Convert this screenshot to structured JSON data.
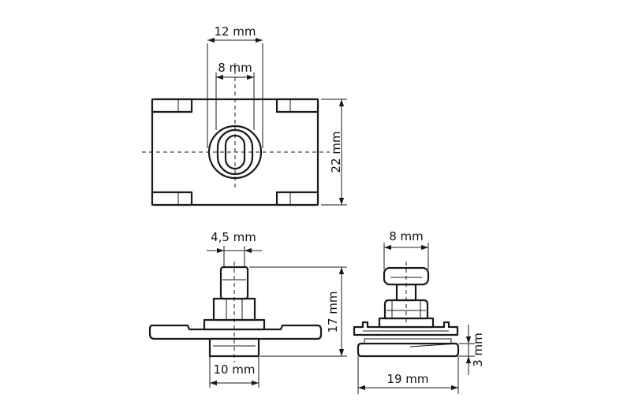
{
  "dimensions": {
    "top_width_outer": "12 mm",
    "top_width_inner": "8 mm",
    "top_height": "22 mm",
    "side_shaft_width": "4,5 mm",
    "side_height": "17 mm",
    "side_base_width": "10 mm",
    "front_head_width": "8 mm",
    "front_base_width": "19 mm",
    "front_base_height": "3 mm"
  },
  "colors": {
    "line": "#1a1a1a",
    "background": "#ffffff"
  }
}
